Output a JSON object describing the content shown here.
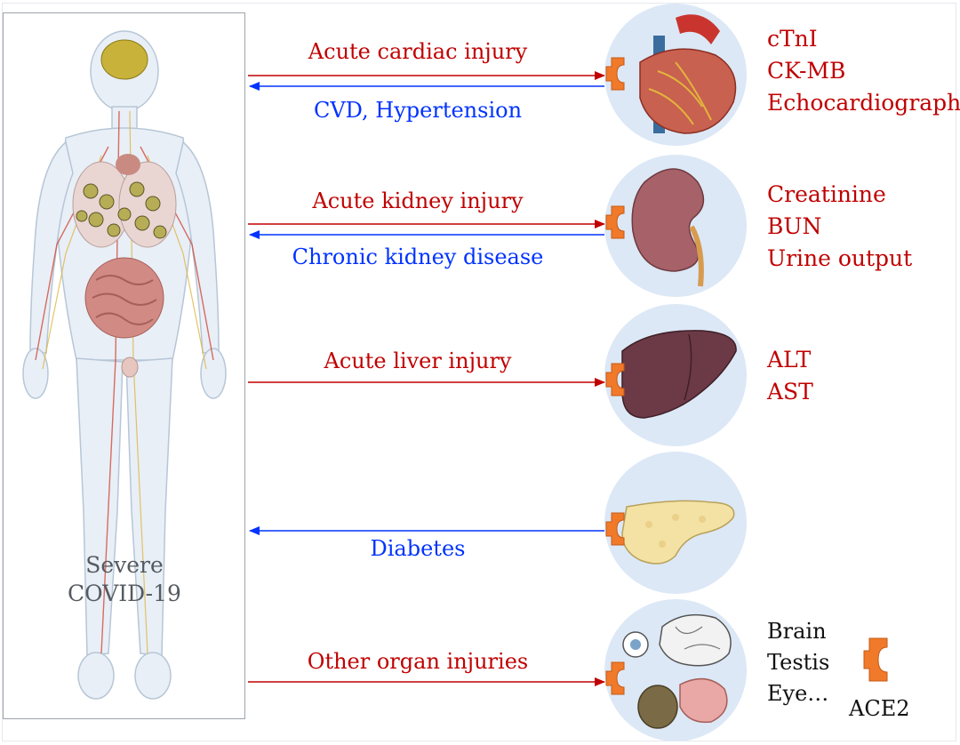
{
  "body": {
    "caption_line1": "Severe",
    "caption_line2": "COVID-19"
  },
  "rows": [
    {
      "organ": "heart",
      "labels": [
        {
          "text": "Acute cardiac injury",
          "direction": "to-organ",
          "color": "#c00000"
        },
        {
          "text": "CVD, Hypertension",
          "direction": "to-body",
          "color": "#0033ff"
        }
      ],
      "markers": [
        "cTnI",
        "CK-MB",
        "Echocardiography"
      ]
    },
    {
      "organ": "kidney",
      "labels": [
        {
          "text": "Acute kidney injury",
          "direction": "to-organ",
          "color": "#c00000"
        },
        {
          "text": "Chronic kidney disease",
          "direction": "to-body",
          "color": "#0033ff"
        }
      ],
      "markers": [
        "Creatinine",
        "BUN",
        "Urine output"
      ]
    },
    {
      "organ": "liver",
      "labels": [
        {
          "text": "Acute liver injury",
          "direction": "to-organ",
          "color": "#c00000"
        }
      ],
      "markers": [
        "ALT",
        "AST"
      ]
    },
    {
      "organ": "pancreas",
      "labels": [
        {
          "text": "Diabetes",
          "direction": "to-body",
          "color": "#0033ff"
        }
      ],
      "markers": []
    },
    {
      "organ": "other-organs",
      "labels": [
        {
          "text": "Other organ injuries",
          "direction": "to-organ",
          "color": "#c00000"
        }
      ],
      "markers": [
        "Brain",
        "Testis",
        "Eye…"
      ]
    }
  ],
  "legend": {
    "receptor_label": "ACE2",
    "receptor_color": "#f07a2a"
  },
  "colors": {
    "injury_arrow": "#c00000",
    "risk_arrow": "#0033ff",
    "organ_circle": "#dce8f6"
  }
}
